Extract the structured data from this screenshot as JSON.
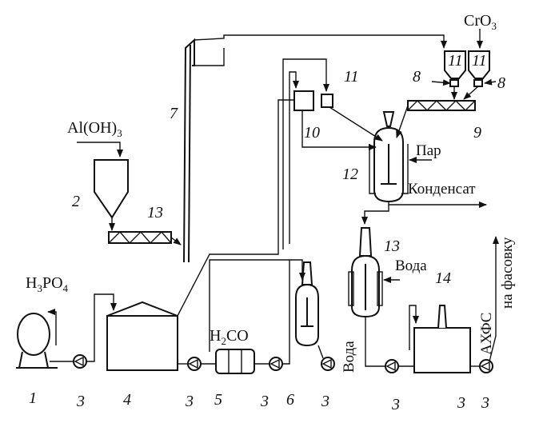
{
  "labels": {
    "h3po4": "H",
    "h3po4_sub": "3",
    "h3po4_rest": "PO",
    "h3po4_sub2": "4",
    "aloh3": "Al(OH)",
    "aloh3_sub": "3",
    "cro3": "CrO",
    "cro3_sub": "3",
    "h2co": "H",
    "h2co_sub": "2",
    "h2co_rest": "CO",
    "steam": "Пар",
    "condensate": "Конденсат",
    "water_1": "Вода",
    "water_2": "Вода",
    "product": "АХФС",
    "to_packing": "на фасовку"
  },
  "numbers": {
    "n1": "1",
    "n2": "2",
    "n3a": "3",
    "n3b": "3",
    "n3c": "3",
    "n3d": "3",
    "n3e": "3",
    "n3f": "3",
    "n3g": "3",
    "n4": "4",
    "n5": "5",
    "n6": "6",
    "n7": "7",
    "n8a": "8",
    "n8b": "8",
    "n9": "9",
    "n10": "10",
    "n11a": "11",
    "n11b": "11",
    "n11c": "11",
    "n12": "12",
    "n13a": "13",
    "n13b": "13",
    "n14": "14"
  }
}
